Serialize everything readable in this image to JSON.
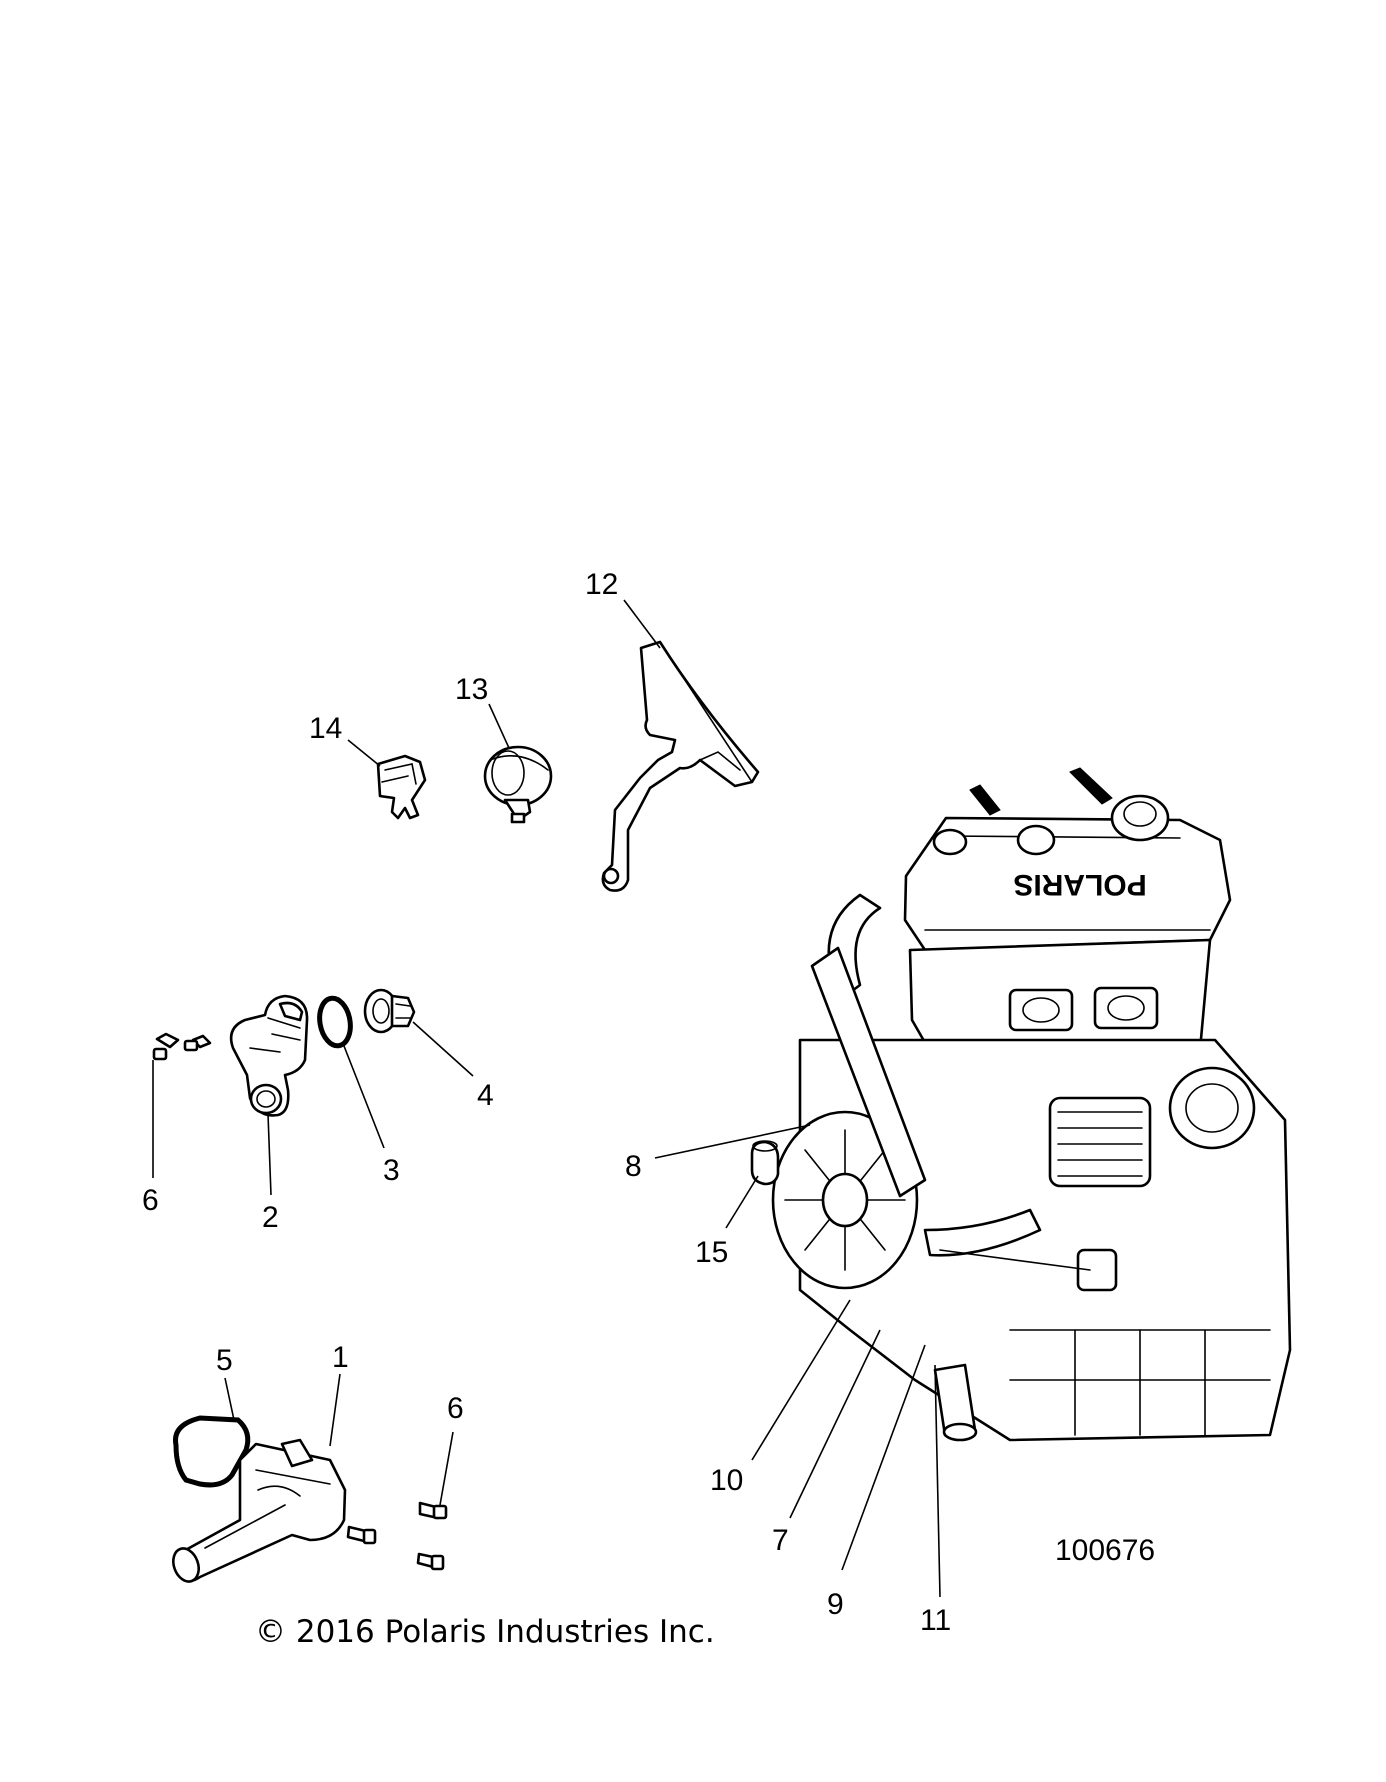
{
  "callouts": [
    {
      "id": "1",
      "label": "1"
    },
    {
      "id": "2",
      "label": "2"
    },
    {
      "id": "3",
      "label": "3"
    },
    {
      "id": "4",
      "label": "4"
    },
    {
      "id": "5",
      "label": "5"
    },
    {
      "id": "6a",
      "label": "6"
    },
    {
      "id": "6b",
      "label": "6"
    },
    {
      "id": "7",
      "label": "7"
    },
    {
      "id": "8",
      "label": "8"
    },
    {
      "id": "9",
      "label": "9"
    },
    {
      "id": "10",
      "label": "10"
    },
    {
      "id": "11",
      "label": "11"
    },
    {
      "id": "12",
      "label": "12"
    },
    {
      "id": "13",
      "label": "13"
    },
    {
      "id": "14",
      "label": "14"
    },
    {
      "id": "15",
      "label": "15"
    }
  ],
  "engine_brand": "POLARIS",
  "figure_number": "100676",
  "copyright": "© 2016 Polaris Industries Inc."
}
